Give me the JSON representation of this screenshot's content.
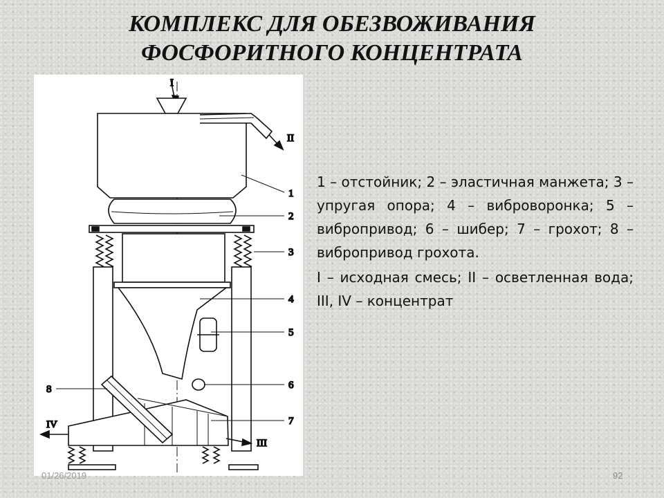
{
  "slide": {
    "title_line1": "КОМПЛЕКС ДЛЯ ОБЕЗВОЖИВАНИЯ",
    "title_line2": "ФОСФОРИТНОГО КОНЦЕНТРАТА"
  },
  "diagram": {
    "stream_labels": {
      "input": "I",
      "clarified": "II",
      "concentrate_right": "III",
      "concentrate_left": "IV"
    },
    "callouts": [
      "1",
      "2",
      "3",
      "4",
      "5",
      "6",
      "7",
      "8"
    ]
  },
  "legend": {
    "components": "1 – отстойник; 2 – эластичная манжета; 3 – упругая опора; 4 – виброворонка; 5 – вибропривод; 6 – шибер; 7 – грохот; 8 – вибропривод грохота.",
    "streams": "I – исходная смесь; II – осветленная вода; III, IV – концентрат"
  },
  "footer": {
    "date": "01/26/2019",
    "page": "92"
  }
}
